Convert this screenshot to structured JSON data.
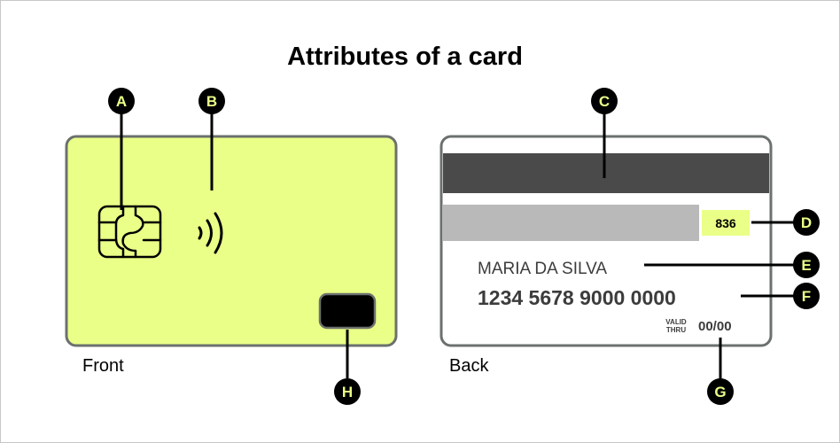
{
  "title": "Attributes of a card",
  "front_label": "Front",
  "back_label": "Back",
  "markers": {
    "a": "A",
    "b": "B",
    "c": "C",
    "d": "D",
    "e": "E",
    "f": "F",
    "g": "G",
    "h": "H"
  },
  "card_back": {
    "cvv": "836",
    "holder_name": "MARIA DA SILVA",
    "card_number": "1234 5678 9000 0000",
    "valid_label_1": "VALID",
    "valid_label_2": "THRU",
    "expiry": "00/00"
  },
  "colors": {
    "front_card": "#eaff87",
    "card_border": "#6b716e",
    "magnetic_stripe": "#4a4a4a",
    "signature_panel": "#b9b9b9",
    "cvv_box": "#eaff87",
    "marker": "#000000",
    "marker_text": "#eaff87",
    "text": "#3c3c3c"
  }
}
